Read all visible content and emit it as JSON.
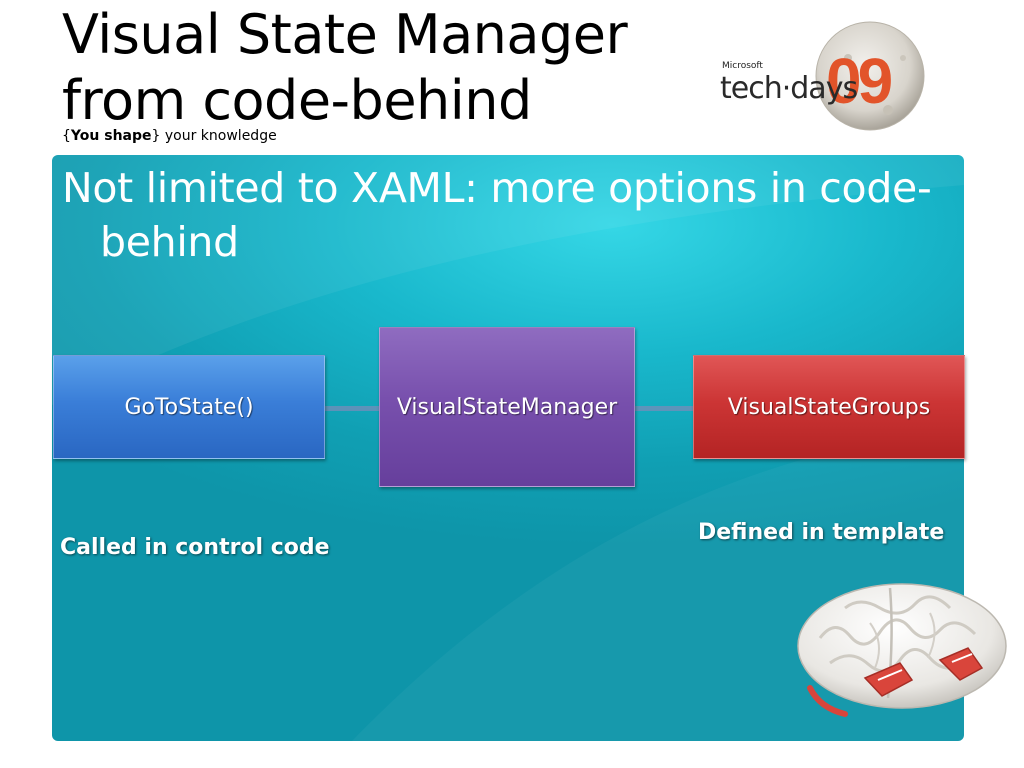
{
  "slide": {
    "title": "Visual State Manager from code-behind",
    "tagline": {
      "open": "{",
      "bold": "You shape",
      "close": "}",
      "rest": " your knowledge"
    },
    "logo": {
      "microsoft": "Microsoft",
      "text": "tech·days",
      "year": "09"
    },
    "headline": "Not limited to XAML: more options in code-behind"
  },
  "diagram": {
    "boxes": [
      {
        "label": "GoToState()",
        "color": "#3a7ed8"
      },
      {
        "label": "VisualStateManager",
        "color": "#7850ad"
      },
      {
        "label": "VisualStateGroups",
        "color": "#cc3535"
      }
    ],
    "captions": {
      "left": "Called in control code",
      "right": "Defined in template"
    }
  },
  "colors": {
    "panel": "#19b8cc",
    "connector": "#6b8fb8"
  },
  "icons": {
    "logo": "techdays-09-logo-icon",
    "brain": "brain-sneakers-icon"
  }
}
